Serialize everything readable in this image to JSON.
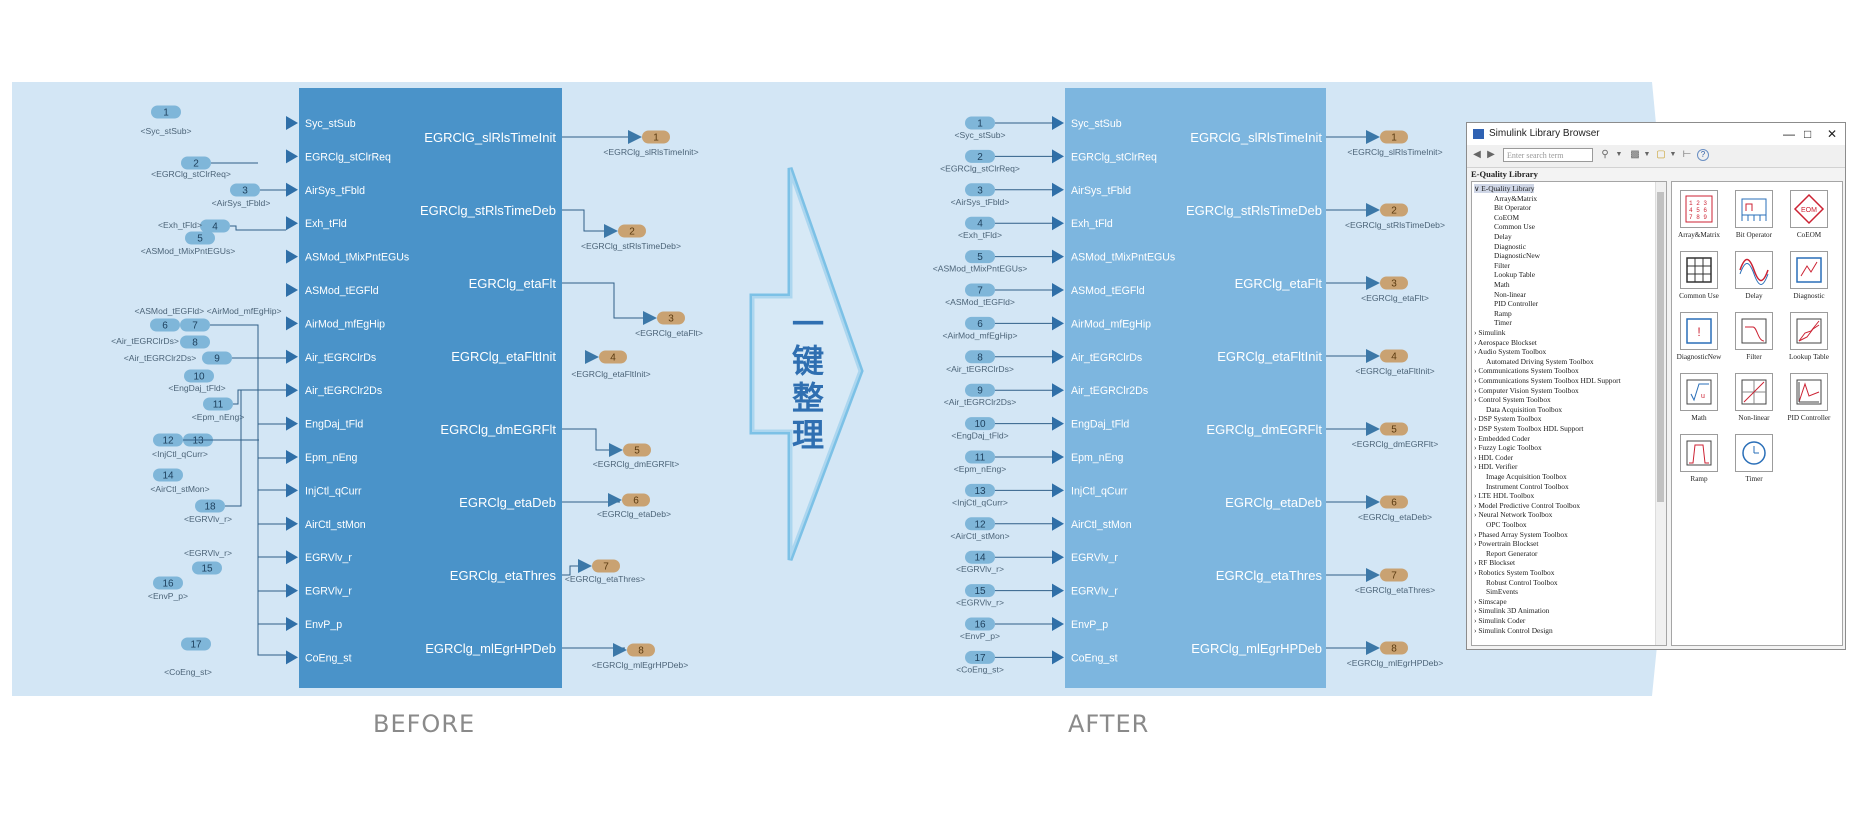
{
  "before": {
    "caption": "BEFORE",
    "inputs": [
      {
        "label": "Syc_stSub"
      },
      {
        "label": "EGRClg_stClrReq"
      },
      {
        "label": "AirSys_tFbld"
      },
      {
        "label": "Exh_tFld"
      },
      {
        "label": "ASMod_tMixPntEGUs"
      },
      {
        "label": "ASMod_tEGFld"
      },
      {
        "label": "AirMod_mfEgHip"
      },
      {
        "label": "Air_tEGRClrDs"
      },
      {
        "label": "Air_tEGRClr2Ds"
      },
      {
        "label": "EngDaj_tFld"
      },
      {
        "label": "Epm_nEng"
      },
      {
        "label": "InjCtl_qCurr"
      },
      {
        "label": "AirCtl_stMon"
      },
      {
        "label": "EGRVlv_r"
      },
      {
        "label": "EGRVlv_r"
      },
      {
        "label": "EnvP_p"
      },
      {
        "label": "CoEng_st"
      }
    ],
    "outputs": [
      {
        "label": "EGRClG_slRlsTimeInit",
        "num": "1",
        "tag": "<EGRClg_slRlsTimeInit>"
      },
      {
        "label": "EGRClg_stRlsTimeDeb",
        "num": "2",
        "tag": "<EGRClg_stRlsTimeDeb>"
      },
      {
        "label": "EGRClg_etaFlt",
        "num": "3",
        "tag": "<EGRClg_etaFlt>"
      },
      {
        "label": "EGRClg_etaFltInit",
        "num": "4",
        "tag": "<EGRClg_etaFltInit>"
      },
      {
        "label": "EGRClg_dmEGRFlt",
        "num": "5",
        "tag": "<EGRClg_dmEGRFlt>"
      },
      {
        "label": "EGRClg_etaDeb",
        "num": "6",
        "tag": "<EGRClg_etaDeb>"
      },
      {
        "label": "EGRClg_etaThres",
        "num": "7",
        "tag": "<EGRClg_etaThres>"
      },
      {
        "label": "EGRClg_mlEgrHPDeb",
        "num": "8",
        "tag": "<EGRClg_mlEgrHPDeb>"
      }
    ],
    "ports": [
      {
        "num": "1",
        "tag": "<Syc_stSub>"
      },
      {
        "num": "2",
        "tag": "<EGRClg_stClrReq>"
      },
      {
        "num": "3",
        "tag": "<AirSys_tFbld>"
      },
      {
        "num": "4",
        "tag": "<Exh_tFld>"
      },
      {
        "num": "5",
        "tag": "<ASMod_tMixPntEGUs>"
      },
      {
        "num": "6",
        "tag": "<ASMod_tEGFld>"
      },
      {
        "num": "7",
        "tag": "<AirMod_mfEgHip>"
      },
      {
        "num": "8",
        "tag": "<Air_tEGRClrDs>"
      },
      {
        "num": "9",
        "tag": "<Air_tEGRClr2Ds>"
      },
      {
        "num": "10",
        "tag": "<EngDaj_tFld>"
      },
      {
        "num": "11",
        "tag": "<Epm_nEng>"
      },
      {
        "num": "12",
        "tag": "<InjCtl_qCurr>"
      },
      {
        "num": "13",
        "tag": ""
      },
      {
        "num": "14",
        "tag": "<AirCtl_stMon>"
      },
      {
        "num": "18",
        "tag": "<EGRVlv_r>"
      },
      {
        "num": "15",
        "tag": "<EGRVlv_r>"
      },
      {
        "num": "16",
        "tag": "<EnvP_p>"
      },
      {
        "num": "17",
        "tag": "<CoEng_st>"
      }
    ]
  },
  "after": {
    "caption": "AFTER",
    "inputs": [
      {
        "num": "1",
        "tag": "<Syc_stSub>",
        "label": "Syc_stSub"
      },
      {
        "num": "2",
        "tag": "<EGRClg_stClrReq>",
        "label": "EGRClg_stClrReq"
      },
      {
        "num": "3",
        "tag": "<AirSys_tFbld>",
        "label": "AirSys_tFbld"
      },
      {
        "num": "4",
        "tag": "<Exh_tFld>",
        "label": "Exh_tFld"
      },
      {
        "num": "5",
        "tag": "<ASMod_tMixPntEGUs>",
        "label": "ASMod_tMixPntEGUs"
      },
      {
        "num": "7",
        "tag": "<ASMod_tEGFld>",
        "label": "ASMod_tEGFld"
      },
      {
        "num": "6",
        "tag": "<AirMod_mfEgHip>",
        "label": "AirMod_mfEgHip"
      },
      {
        "num": "8",
        "tag": "<Air_tEGRClrDs>",
        "label": "Air_tEGRClrDs"
      },
      {
        "num": "9",
        "tag": "<Air_tEGRClr2Ds>",
        "label": "Air_tEGRClr2Ds"
      },
      {
        "num": "10",
        "tag": "<EngDaj_tFld>",
        "label": "EngDaj_tFld"
      },
      {
        "num": "11",
        "tag": "<Epm_nEng>",
        "label": "Epm_nEng"
      },
      {
        "num": "13",
        "tag": "<InjCtl_qCurr>",
        "label": "InjCtl_qCurr"
      },
      {
        "num": "12",
        "tag": "<AirCtl_stMon>",
        "label": "AirCtl_stMon"
      },
      {
        "num": "14",
        "tag": "<EGRVlv_r>",
        "label": "EGRVlv_r"
      },
      {
        "num": "15",
        "tag": "<EGRVlv_r>",
        "label": "EGRVlv_r"
      },
      {
        "num": "16",
        "tag": "<EnvP_p>",
        "label": "EnvP_p"
      },
      {
        "num": "17",
        "tag": "<CoEng_st>",
        "label": "CoEng_st"
      }
    ],
    "outputs": [
      {
        "label": "EGRClG_slRlsTimeInit",
        "num": "1",
        "tag": "<EGRClg_slRlsTimeInit>"
      },
      {
        "label": "EGRClg_stRlsTimeDeb",
        "num": "2",
        "tag": "<EGRClg_stRlsTimeDeb>"
      },
      {
        "label": "EGRClg_etaFlt",
        "num": "3",
        "tag": "<EGRClg_etaFlt>"
      },
      {
        "label": "EGRClg_etaFltInit",
        "num": "4",
        "tag": "<EGRClg_etaFltInit>"
      },
      {
        "label": "EGRClg_dmEGRFlt",
        "num": "5",
        "tag": "<EGRClg_dmEGRFlt>"
      },
      {
        "label": "EGRClg_etaDeb",
        "num": "6",
        "tag": "<EGRClg_etaDeb>"
      },
      {
        "label": "EGRClg_etaThres",
        "num": "7",
        "tag": "<EGRClg_etaThres>"
      },
      {
        "label": "EGRClg_mlEgrHPDeb",
        "num": "8",
        "tag": "<EGRClg_mlEgrHPDeb>"
      }
    ]
  },
  "arrow_text": [
    "一",
    "键",
    "整",
    "理"
  ],
  "library_browser": {
    "title": "Simulink Library Browser",
    "search_placeholder": "Enter search term",
    "crumb": "E-Quality Library",
    "tree": [
      {
        "text": "E-Quality Library",
        "selected": true,
        "depth": 0,
        "exp": "v"
      },
      {
        "text": "Array&Matrix",
        "depth": 1
      },
      {
        "text": "Bit Operator",
        "depth": 1
      },
      {
        "text": "CoEOM",
        "depth": 1
      },
      {
        "text": "Common Use",
        "depth": 1
      },
      {
        "text": "Delay",
        "depth": 1
      },
      {
        "text": "Diagnostic",
        "depth": 1
      },
      {
        "text": "DiagnosticNew",
        "depth": 1
      },
      {
        "text": "Filter",
        "depth": 1
      },
      {
        "text": "Lookup Table",
        "depth": 1
      },
      {
        "text": "Math",
        "depth": 1
      },
      {
        "text": "Non-linear",
        "depth": 1
      },
      {
        "text": "PID Controller",
        "depth": 1
      },
      {
        "text": "Ramp",
        "depth": 1
      },
      {
        "text": "Timer",
        "depth": 1
      },
      {
        "text": "Simulink",
        "depth": 0,
        "exp": ">"
      },
      {
        "text": "Aerospace Blockset",
        "depth": 0,
        "exp": ">"
      },
      {
        "text": "Audio System Toolbox",
        "depth": 0,
        "exp": ">"
      },
      {
        "text": "Automated Driving System Toolbox",
        "depth": 0
      },
      {
        "text": "Communications System Toolbox",
        "depth": 0,
        "exp": ">"
      },
      {
        "text": "Communications System Toolbox HDL Support",
        "depth": 0,
        "exp": ">"
      },
      {
        "text": "Computer Vision System Toolbox",
        "depth": 0,
        "exp": ">"
      },
      {
        "text": "Control System Toolbox",
        "depth": 0,
        "exp": ">"
      },
      {
        "text": "Data Acquisition Toolbox",
        "depth": 0
      },
      {
        "text": "DSP System Toolbox",
        "depth": 0,
        "exp": ">"
      },
      {
        "text": "DSP System Toolbox HDL Support",
        "depth": 0,
        "exp": ">"
      },
      {
        "text": "Embedded Coder",
        "depth": 0,
        "exp": ">"
      },
      {
        "text": "Fuzzy Logic Toolbox",
        "depth": 0,
        "exp": ">"
      },
      {
        "text": "HDL Coder",
        "depth": 0,
        "exp": ">"
      },
      {
        "text": "HDL Verifier",
        "depth": 0,
        "exp": ">"
      },
      {
        "text": "Image Acquisition Toolbox",
        "depth": 0
      },
      {
        "text": "Instrument Control Toolbox",
        "depth": 0
      },
      {
        "text": "LTE HDL Toolbox",
        "depth": 0,
        "exp": ">"
      },
      {
        "text": "Model Predictive Control Toolbox",
        "depth": 0,
        "exp": ">"
      },
      {
        "text": "Neural Network Toolbox",
        "depth": 0,
        "exp": ">"
      },
      {
        "text": "OPC Toolbox",
        "depth": 0
      },
      {
        "text": "Phased Array System Toolbox",
        "depth": 0,
        "exp": ">"
      },
      {
        "text": "Powertrain Blockset",
        "depth": 0,
        "exp": ">"
      },
      {
        "text": "Report Generator",
        "depth": 0
      },
      {
        "text": "RF Blockset",
        "depth": 0,
        "exp": ">"
      },
      {
        "text": "Robotics System Toolbox",
        "depth": 0,
        "exp": ">"
      },
      {
        "text": "Robust Control Toolbox",
        "depth": 0
      },
      {
        "text": "SimEvents",
        "depth": 0
      },
      {
        "text": "Simscape",
        "depth": 0,
        "exp": ">"
      },
      {
        "text": "Simulink 3D Animation",
        "depth": 0,
        "exp": ">"
      },
      {
        "text": "Simulink Coder",
        "depth": 0,
        "exp": ">"
      },
      {
        "text": "Simulink Control Design",
        "depth": 0,
        "exp": ">"
      }
    ],
    "blocks": [
      {
        "label": "Array&Matrix",
        "icon": "array-matrix-icon"
      },
      {
        "label": "Bit Operator",
        "icon": "bit-operator-icon"
      },
      {
        "label": "CoEOM",
        "icon": "coeom-icon"
      },
      {
        "label": "Common Use",
        "icon": "common-use-icon"
      },
      {
        "label": "Delay",
        "icon": "delay-icon"
      },
      {
        "label": "Diagnostic",
        "icon": "diagnostic-icon"
      },
      {
        "label": "DiagnosticNew",
        "icon": "diagnostic-new-icon"
      },
      {
        "label": "Filter",
        "icon": "filter-icon"
      },
      {
        "label": "Lookup Table",
        "icon": "lookup-table-icon"
      },
      {
        "label": "Math",
        "icon": "math-icon"
      },
      {
        "label": "Non-linear",
        "icon": "non-linear-icon"
      },
      {
        "label": "PID Controller",
        "icon": "pid-controller-icon"
      },
      {
        "label": "Ramp",
        "icon": "ramp-icon"
      },
      {
        "label": "Timer",
        "icon": "timer-icon"
      }
    ]
  },
  "colors": {
    "band": "#d3e6f5",
    "subsystem": "#4a93c9",
    "subsystem_after": "#7db6df",
    "inport": "#7fb6d9",
    "outport": "#c9a272",
    "arrow_stroke": "#7cc1e6",
    "arrow_text": "#2f6fb1"
  }
}
